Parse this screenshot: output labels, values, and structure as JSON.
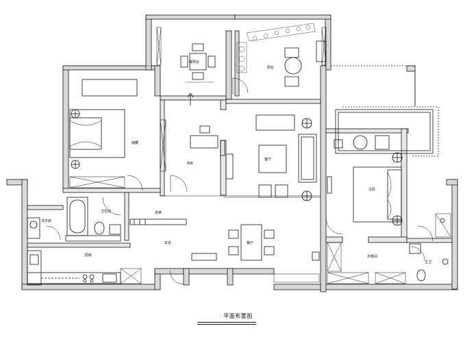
{
  "drawing_title": "平面布置图",
  "room_labels": {
    "dining_balcony": "餐阳台",
    "balcony": "阳台",
    "study": "书房",
    "storage": "储藏",
    "living": "客厅",
    "master": "主卧",
    "washroom": "洗衣房",
    "bathroom": "卫生间",
    "kitchen": "厨房",
    "corridor": "走廊",
    "entry": "玄关",
    "dining": "餐厅",
    "cloakroom": "衣帽间",
    "master_bath": "主卫"
  },
  "colors": {
    "wall": "#d9d9d9",
    "line": "#111111",
    "background": "#ffffff"
  }
}
